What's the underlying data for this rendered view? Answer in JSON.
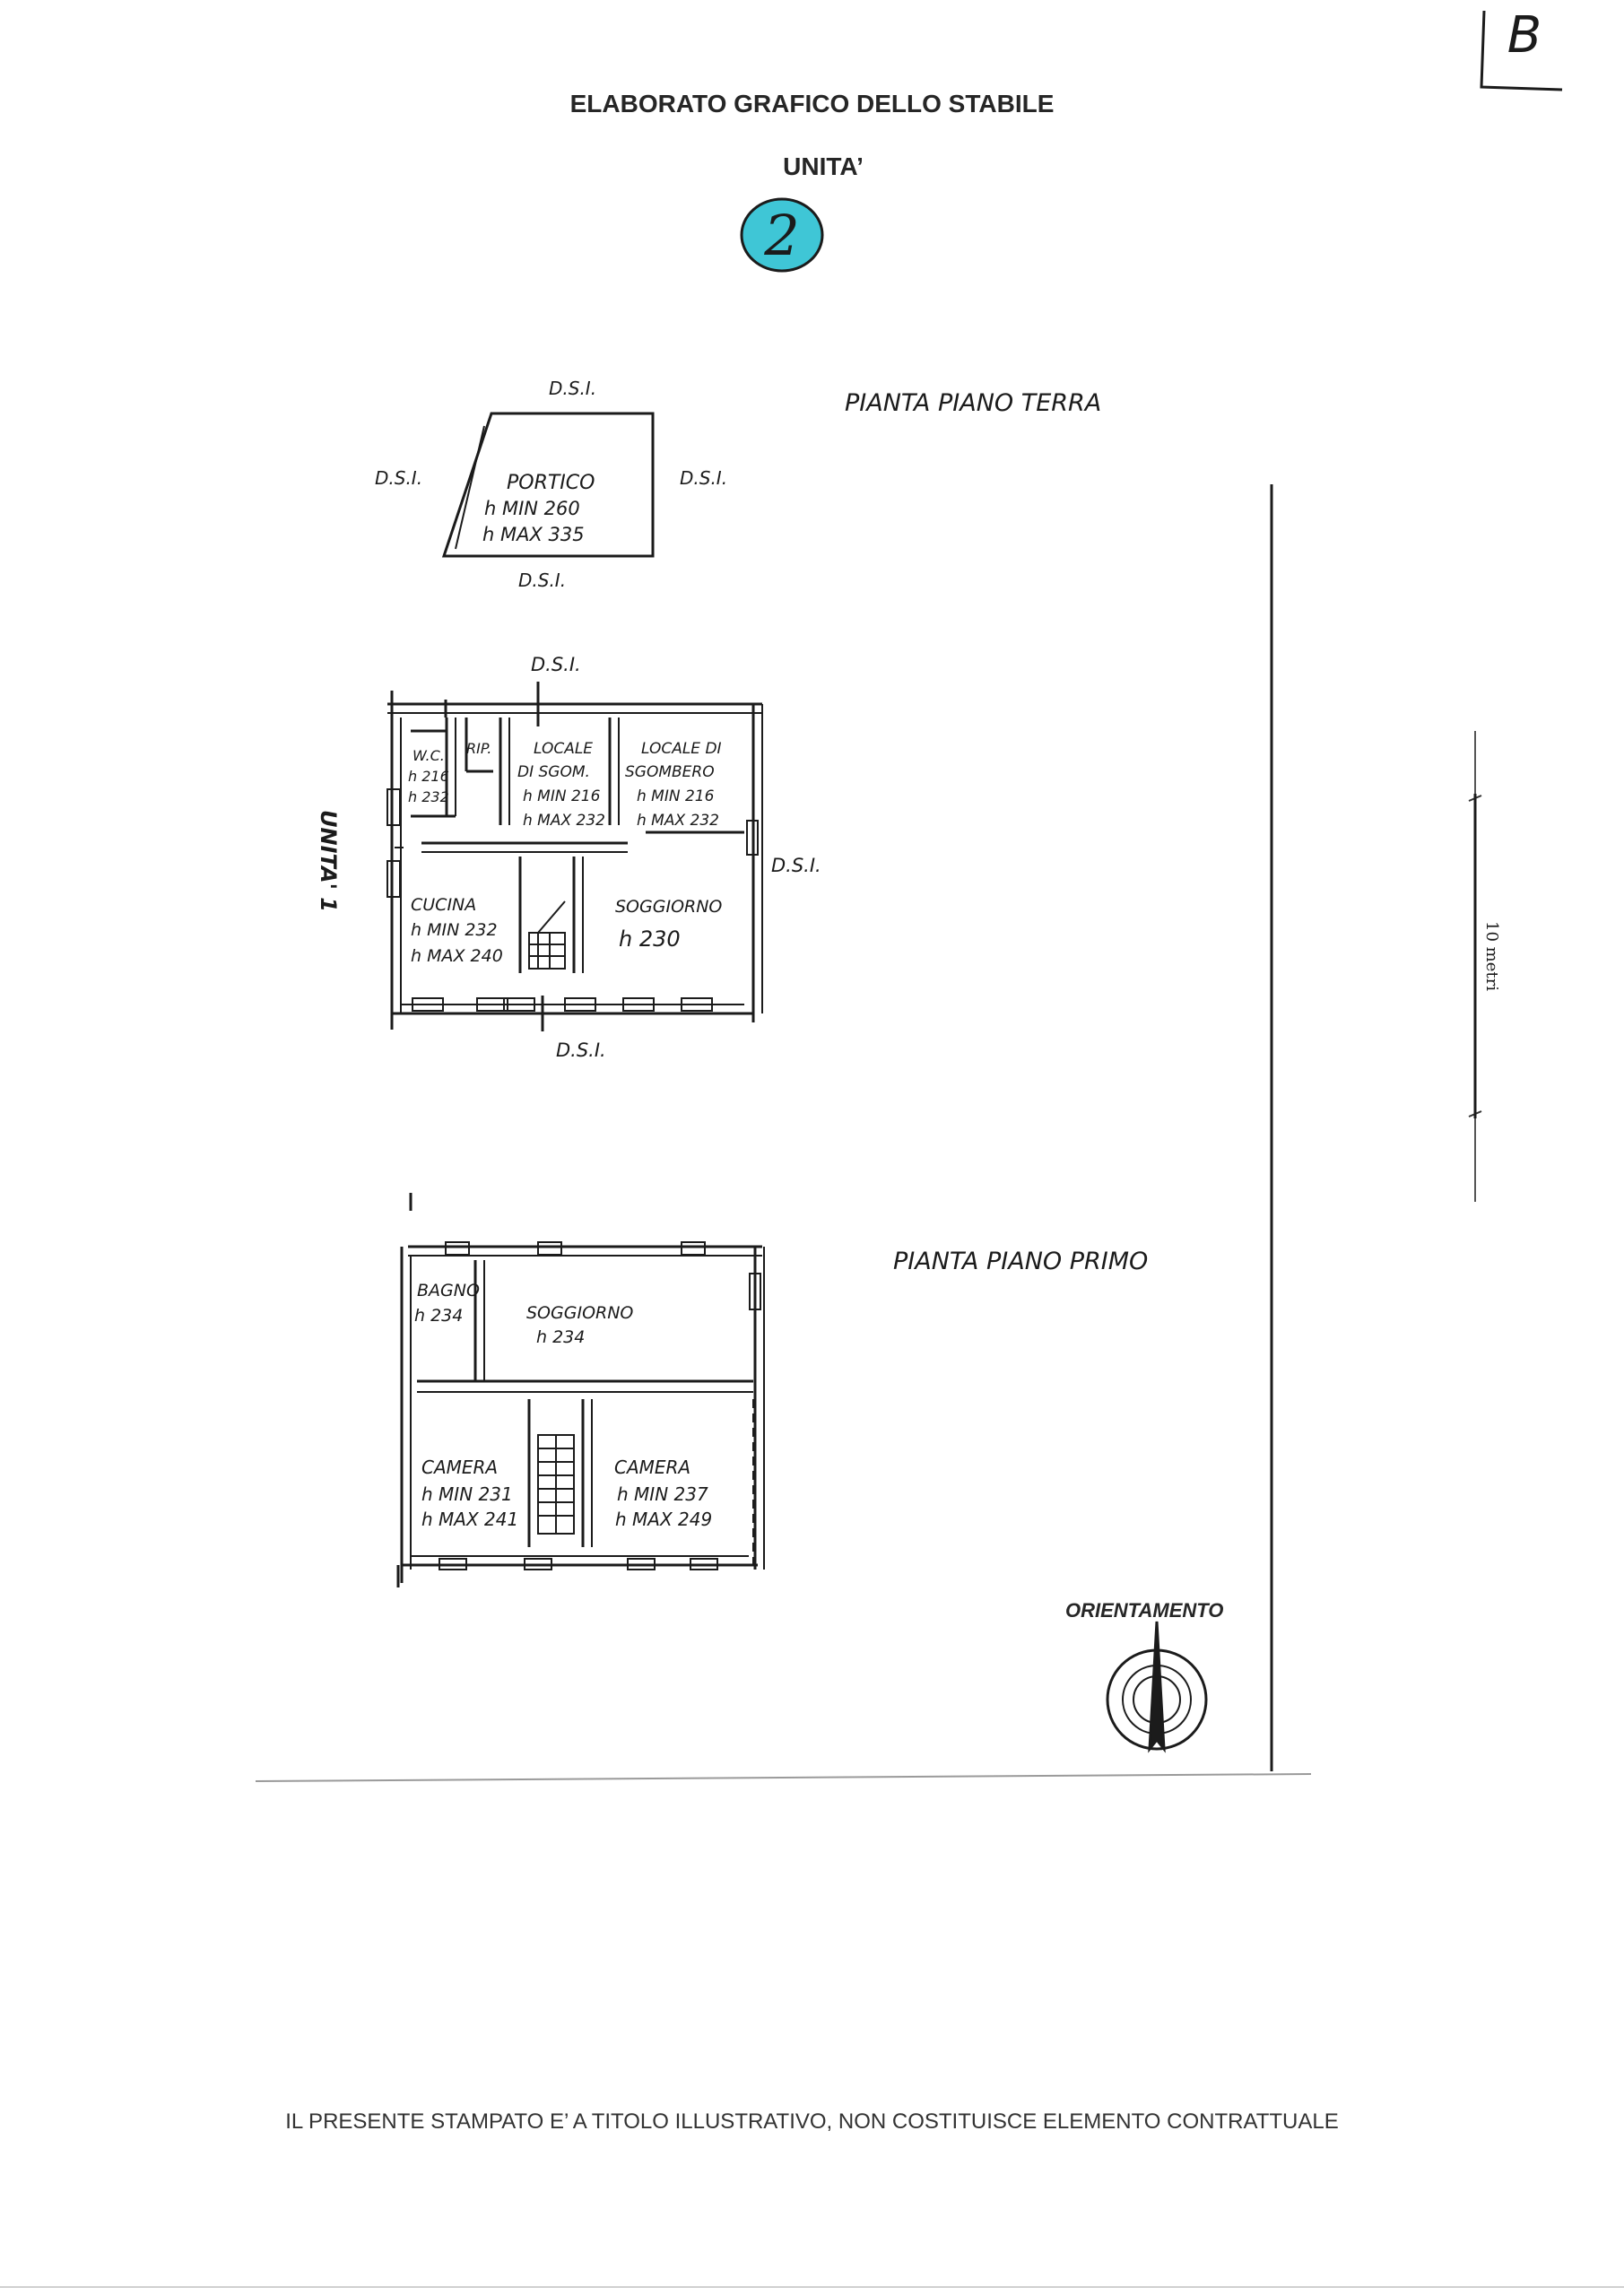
{
  "header": {
    "title": "ELABORATO GRAFICO DELLO STABILE",
    "subtitle": "UNITA’",
    "unit_number": "2",
    "corner_mark": "B"
  },
  "ground_floor": {
    "label": "PIANTA PIANO TERRA",
    "portico": {
      "name": "PORTICO",
      "h_min": "h MIN 260",
      "h_max": "h MAX 335",
      "top": "D.S.I.",
      "left": "D.S.I.",
      "right": "D.S.I.",
      "bottom": "D.S.I."
    },
    "boundaries": {
      "top": "D.S.I.",
      "right": "D.S.I.",
      "bottom": "D.S.I."
    },
    "unit_side_label": "UNITA' 1",
    "rooms": [
      {
        "name": "W.C.",
        "h1": "h 216",
        "h2": "h 232"
      },
      {
        "name": "RIP."
      },
      {
        "name": "LOCALE",
        "name2": "DI SGOM.",
        "h1": "h MIN 216",
        "h2": "h MAX 232"
      },
      {
        "name": "LOCALE DI",
        "name2": "SGOMBERO",
        "h1": "h MIN 216",
        "h2": "h MAX 232"
      },
      {
        "name": "CUCINA",
        "h1": "h MIN 232",
        "h2": "h MAX 240"
      },
      {
        "name": "SOGGIORNO",
        "h1": "h 230"
      }
    ]
  },
  "first_floor": {
    "label": "PIANTA PIANO PRIMO",
    "rooms": [
      {
        "name": "BAGNO",
        "h1": "h 234"
      },
      {
        "name": "SOGGIORNO",
        "h1": "h 234"
      },
      {
        "name": "CAMERA",
        "h1": "h MIN 231",
        "h2": "h MAX 241"
      },
      {
        "name": "CAMERA",
        "h1": "h MIN 237",
        "h2": "h MAX 249"
      }
    ]
  },
  "scale": {
    "label": "10 metri"
  },
  "orientation": {
    "label": "ORIENTAMENTO"
  },
  "footer": {
    "note": "IL PRESENTE STAMPATO E’ A TITOLO ILLUSTRATIVO, NON COSTITUISCE ELEMENTO CONTRATTUALE"
  },
  "colors": {
    "unit_badge": "#3fc6d6",
    "ink": "#1b1b1b"
  }
}
